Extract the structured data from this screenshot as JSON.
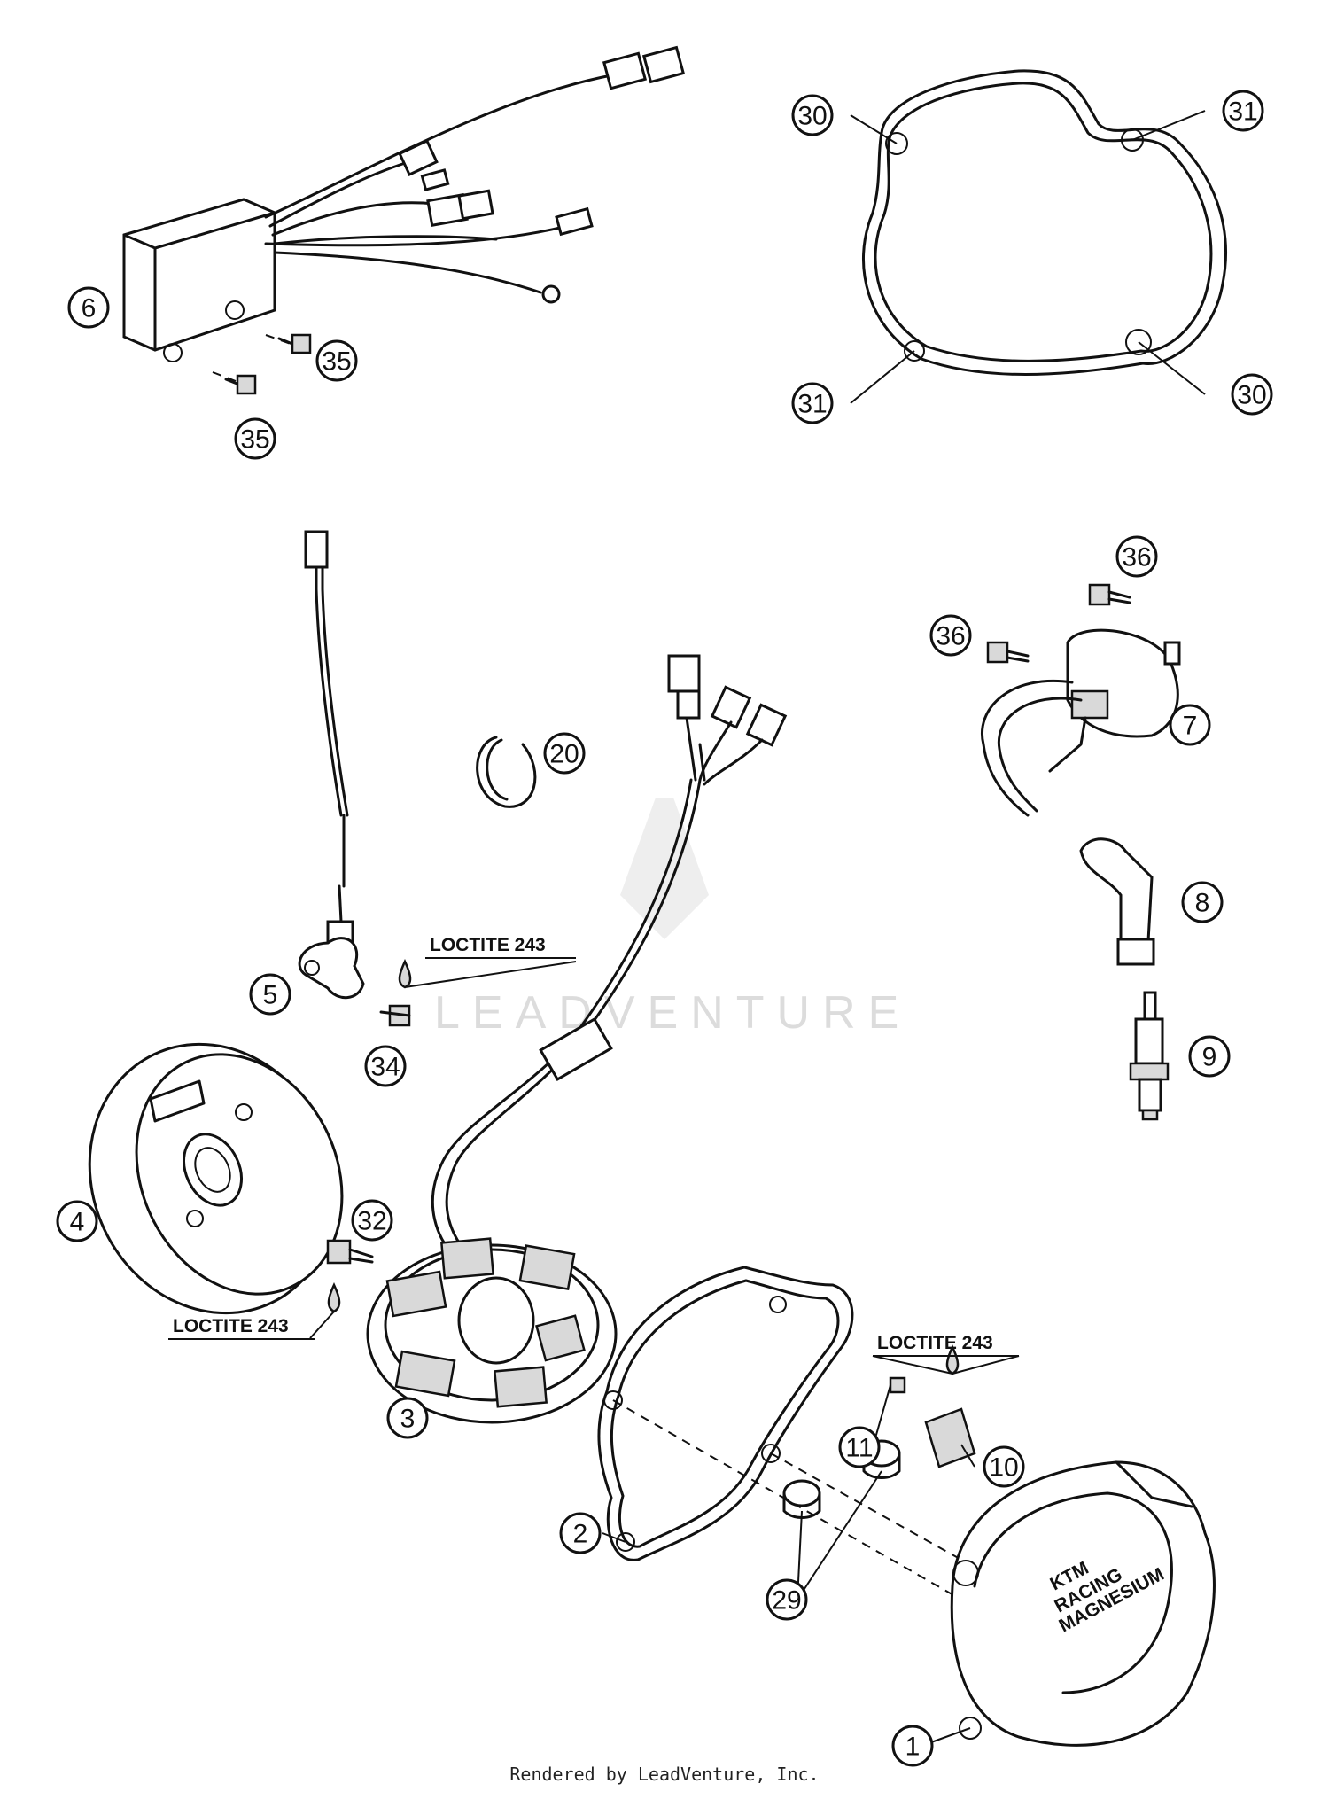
{
  "labels": {
    "p1": "1",
    "p2": "2",
    "p3": "3",
    "p4": "4",
    "p5": "5",
    "p6": "6",
    "p7": "7",
    "p8": "8",
    "p9": "9",
    "p10": "10",
    "p11": "11",
    "p20": "20",
    "p29": "29",
    "p30a": "30",
    "p30b": "30",
    "p31a": "31",
    "p31b": "31",
    "p32": "32",
    "p34": "34",
    "p35a": "35",
    "p35b": "35",
    "p36a": "36",
    "p36b": "36"
  },
  "loctite": {
    "a": "LOCTITE 243",
    "b": "LOCTITE 243",
    "c": "LOCTITE 243"
  },
  "cover_text": {
    "brand": "KTM",
    "line2": "RACING",
    "line3": "MAGNESIUM"
  },
  "watermark": "LEADVENTURE",
  "footer": "Rendered by LeadVenture, Inc."
}
